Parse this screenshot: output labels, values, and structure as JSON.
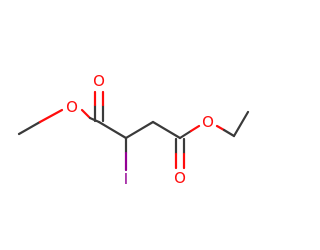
{
  "atoms": {
    "carbonyl_oxygen_left": "O",
    "ester_oxygen_left": "O",
    "iodine": "I",
    "carbonyl_oxygen_right": "O",
    "ester_oxygen_right": "O"
  },
  "colors": {
    "carbon_bond": "#3a3a3a",
    "oxygen": "#ff0d0d",
    "iodine": "#940094"
  }
}
